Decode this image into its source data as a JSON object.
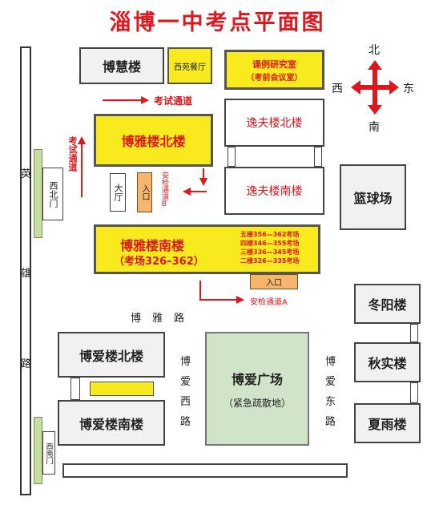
{
  "title": "淄博一中考点平面图",
  "compass": {
    "north": "北",
    "south": "南",
    "east": "东",
    "west": "西"
  },
  "roads": {
    "ying": [
      "英",
      "雄",
      "路"
    ],
    "boya_road": [
      "博",
      "雅",
      "路"
    ],
    "boai_west": [
      "博",
      "爱",
      "西",
      "路"
    ],
    "boai_east": [
      "博",
      "爱",
      "东",
      "路"
    ]
  },
  "gates": {
    "northwest": "西北门",
    "southwest": "西南门"
  },
  "buildings": {
    "bohui": "博慧楼",
    "xiyuan": "西苑餐厅",
    "meeting_1": "课例研究室",
    "meeting_2": "（考前会议室）",
    "yifu_north": "逸夫楼北楼",
    "yifu_south": "逸夫楼南楼",
    "boya_north": "博雅楼北楼",
    "boya_south": "博雅楼南楼",
    "boya_south_sub": "（考场326–362）",
    "boya_south_floors": [
      "五楼356—362考场",
      "四楼346—355考场",
      "三楼336—345考场",
      "二楼326—335考场"
    ],
    "hall": "大厅",
    "entrance": "入口",
    "entrance_a": "入口",
    "basketball": "篮球场",
    "dongyang": "冬阳楼",
    "qiushi": "秋实楼",
    "xiayu": "夏雨楼",
    "boai_north": "博爱楼北楼",
    "boai_south": "博爱楼南楼",
    "plaza": "博爱广场",
    "plaza_sub": "（紧急疏散地）"
  },
  "labels": {
    "exam_passage_h": "考试通道",
    "exam_passage_v": "考试通道",
    "security_b": "安检通道B",
    "security_a": "安检通道A"
  },
  "colors": {
    "red": "#e0161c",
    "yellow": "#f8ea1d",
    "green": "#cfe4c8",
    "orange": "#f6b56c"
  }
}
